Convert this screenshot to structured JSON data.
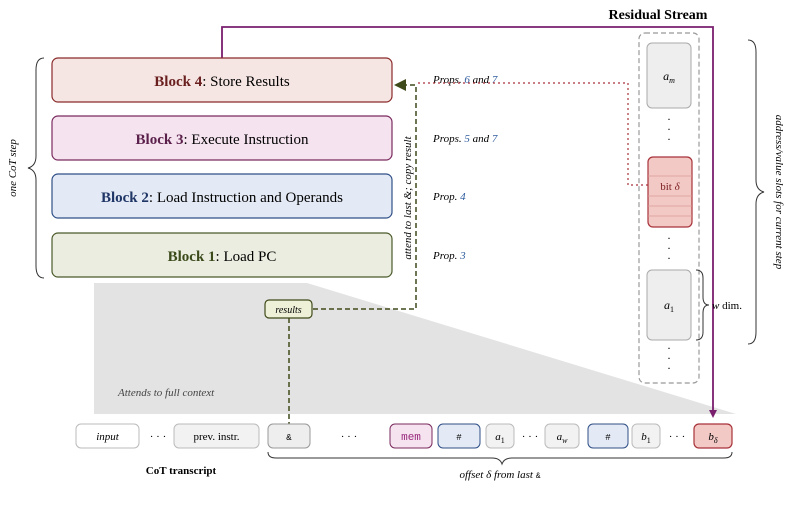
{
  "residual_stream_title": "Residual Stream",
  "cot_step_label": "one CoT step",
  "slots_label": "address/value slots for current step",
  "attend_label": "attend to last &; copy result",
  "blocks": [
    {
      "bold": "Block 4",
      "rest": ": Store Results",
      "fill": "#f6e6e3",
      "stroke": "#8a2a2a"
    },
    {
      "bold": "Block 3",
      "rest": ": Execute Instruction",
      "fill": "#f5e3ef",
      "stroke": "#7a2a5e"
    },
    {
      "bold": "Block 2",
      "rest": ": Load Instruction and Operands",
      "fill": "#e4eaf5",
      "stroke": "#2f4f86"
    },
    {
      "bold": "Block 1",
      "rest": ": Load PC",
      "fill": "#eaeddf",
      "stroke": "#4a5a2a"
    }
  ],
  "props": [
    {
      "pre": "Props. ",
      "n1": "6",
      "mid": " and ",
      "n2": "7"
    },
    {
      "pre": "Props. ",
      "n1": "5",
      "mid": " and ",
      "n2": "7"
    },
    {
      "pre": "Prop. ",
      "n1": "4",
      "mid": "",
      "n2": ""
    },
    {
      "pre": "Prop. ",
      "n1": "3",
      "mid": "",
      "n2": ""
    }
  ],
  "slots": {
    "top": {
      "var": "a",
      "sub": "m"
    },
    "bit": {
      "text": "bit ",
      "var": "δ"
    },
    "bottom": {
      "var": "a",
      "sub": "1"
    },
    "w_label": {
      "var": "w",
      "rest": " dim."
    }
  },
  "results_label": "results",
  "attends_full": "Attends to full context",
  "transcript": {
    "input": "input",
    "prev": "prev. instr.",
    "amp": "&",
    "mem": "mem",
    "hash": "#",
    "a1": {
      "var": "a",
      "sub": "1"
    },
    "aw": {
      "var": "a",
      "sub": "w"
    },
    "b1": {
      "var": "b",
      "sub": "1"
    },
    "bd": {
      "var": "b",
      "sub": "δ"
    },
    "dots": "· · ·"
  },
  "cot_transcript": "CoT transcript",
  "offset_label": {
    "pre": "offset ",
    "var": "δ",
    "mid": " from last ",
    "amp": "&"
  },
  "colors": {
    "accent_purple": "#7a1f6e",
    "accent_olive": "#4a5a1f",
    "accent_red": "#a8323a",
    "accent_blue": "#2f5c9e"
  }
}
